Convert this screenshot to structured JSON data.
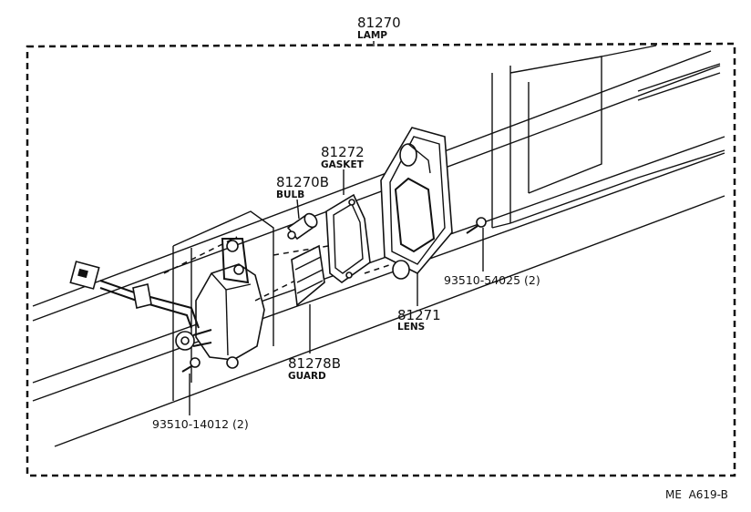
{
  "diagram": {
    "assembly": {
      "part_number": "81270",
      "name": "LAMP"
    },
    "parts": [
      {
        "key": "gasket",
        "part_number": "81272",
        "name": "GASKET"
      },
      {
        "key": "bulb",
        "part_number": "81270B",
        "name": "BULB"
      },
      {
        "key": "lens",
        "part_number": "81271",
        "name": "LENS"
      },
      {
        "key": "guard",
        "part_number": "81278B",
        "name": "GUARD"
      }
    ],
    "screws": [
      {
        "key": "screw_right",
        "code": "93510-54025 (2)"
      },
      {
        "key": "screw_left",
        "code": "93510-14012 (2)"
      }
    ],
    "reference": "ME  A619-B"
  }
}
